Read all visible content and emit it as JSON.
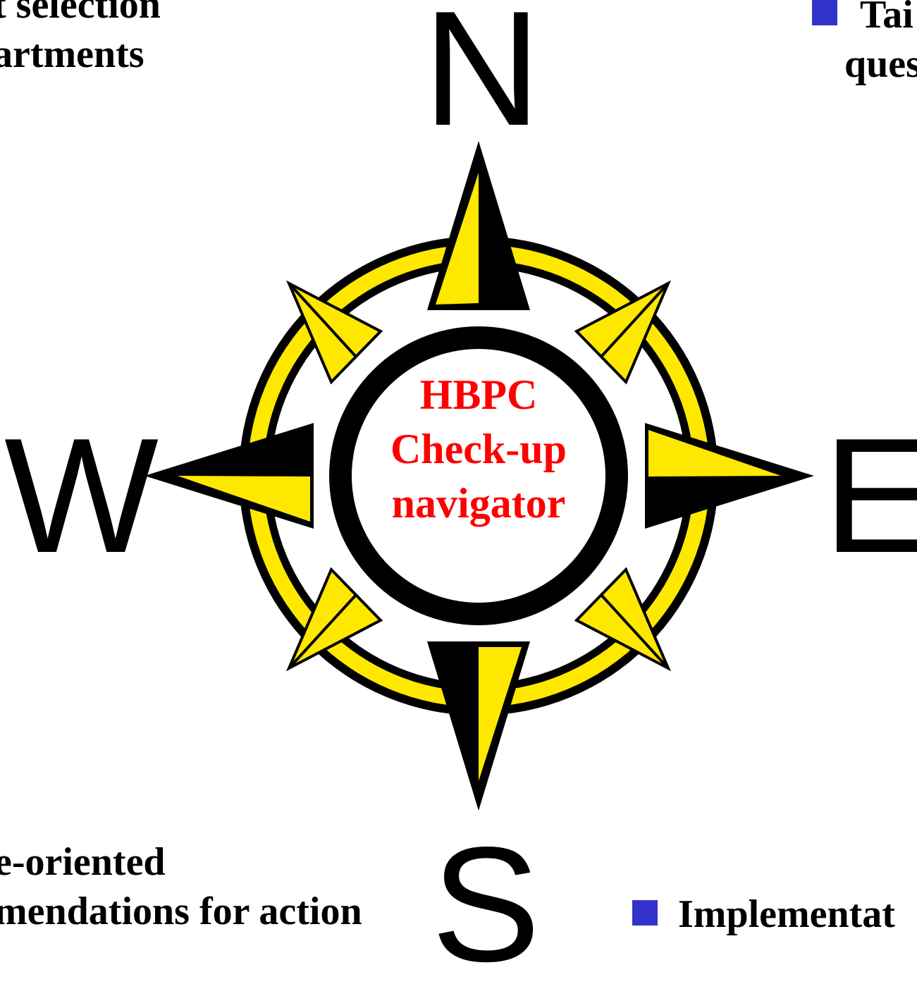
{
  "colors": {
    "gold": "#ffe800",
    "black": "#000000",
    "center_text": "#ff0000",
    "bullet": "#3333cc"
  },
  "directions": {
    "north": "N",
    "west": "W",
    "east": "E",
    "south": "S"
  },
  "center": {
    "line1": "HBPC",
    "line2": "Check-up",
    "line3": "navigator"
  },
  "top_left": {
    "line1": "t selection",
    "line2": "artments"
  },
  "top_right": {
    "line1": "Tai",
    "line2": "ques"
  },
  "bottom_left": {
    "line1": "e-oriented",
    "line2": "mendations for action"
  },
  "bottom_right": {
    "line1": "Implementat"
  },
  "icons": {
    "bullet": "square-bullet-icon",
    "compass": "compass-rose-icon"
  }
}
